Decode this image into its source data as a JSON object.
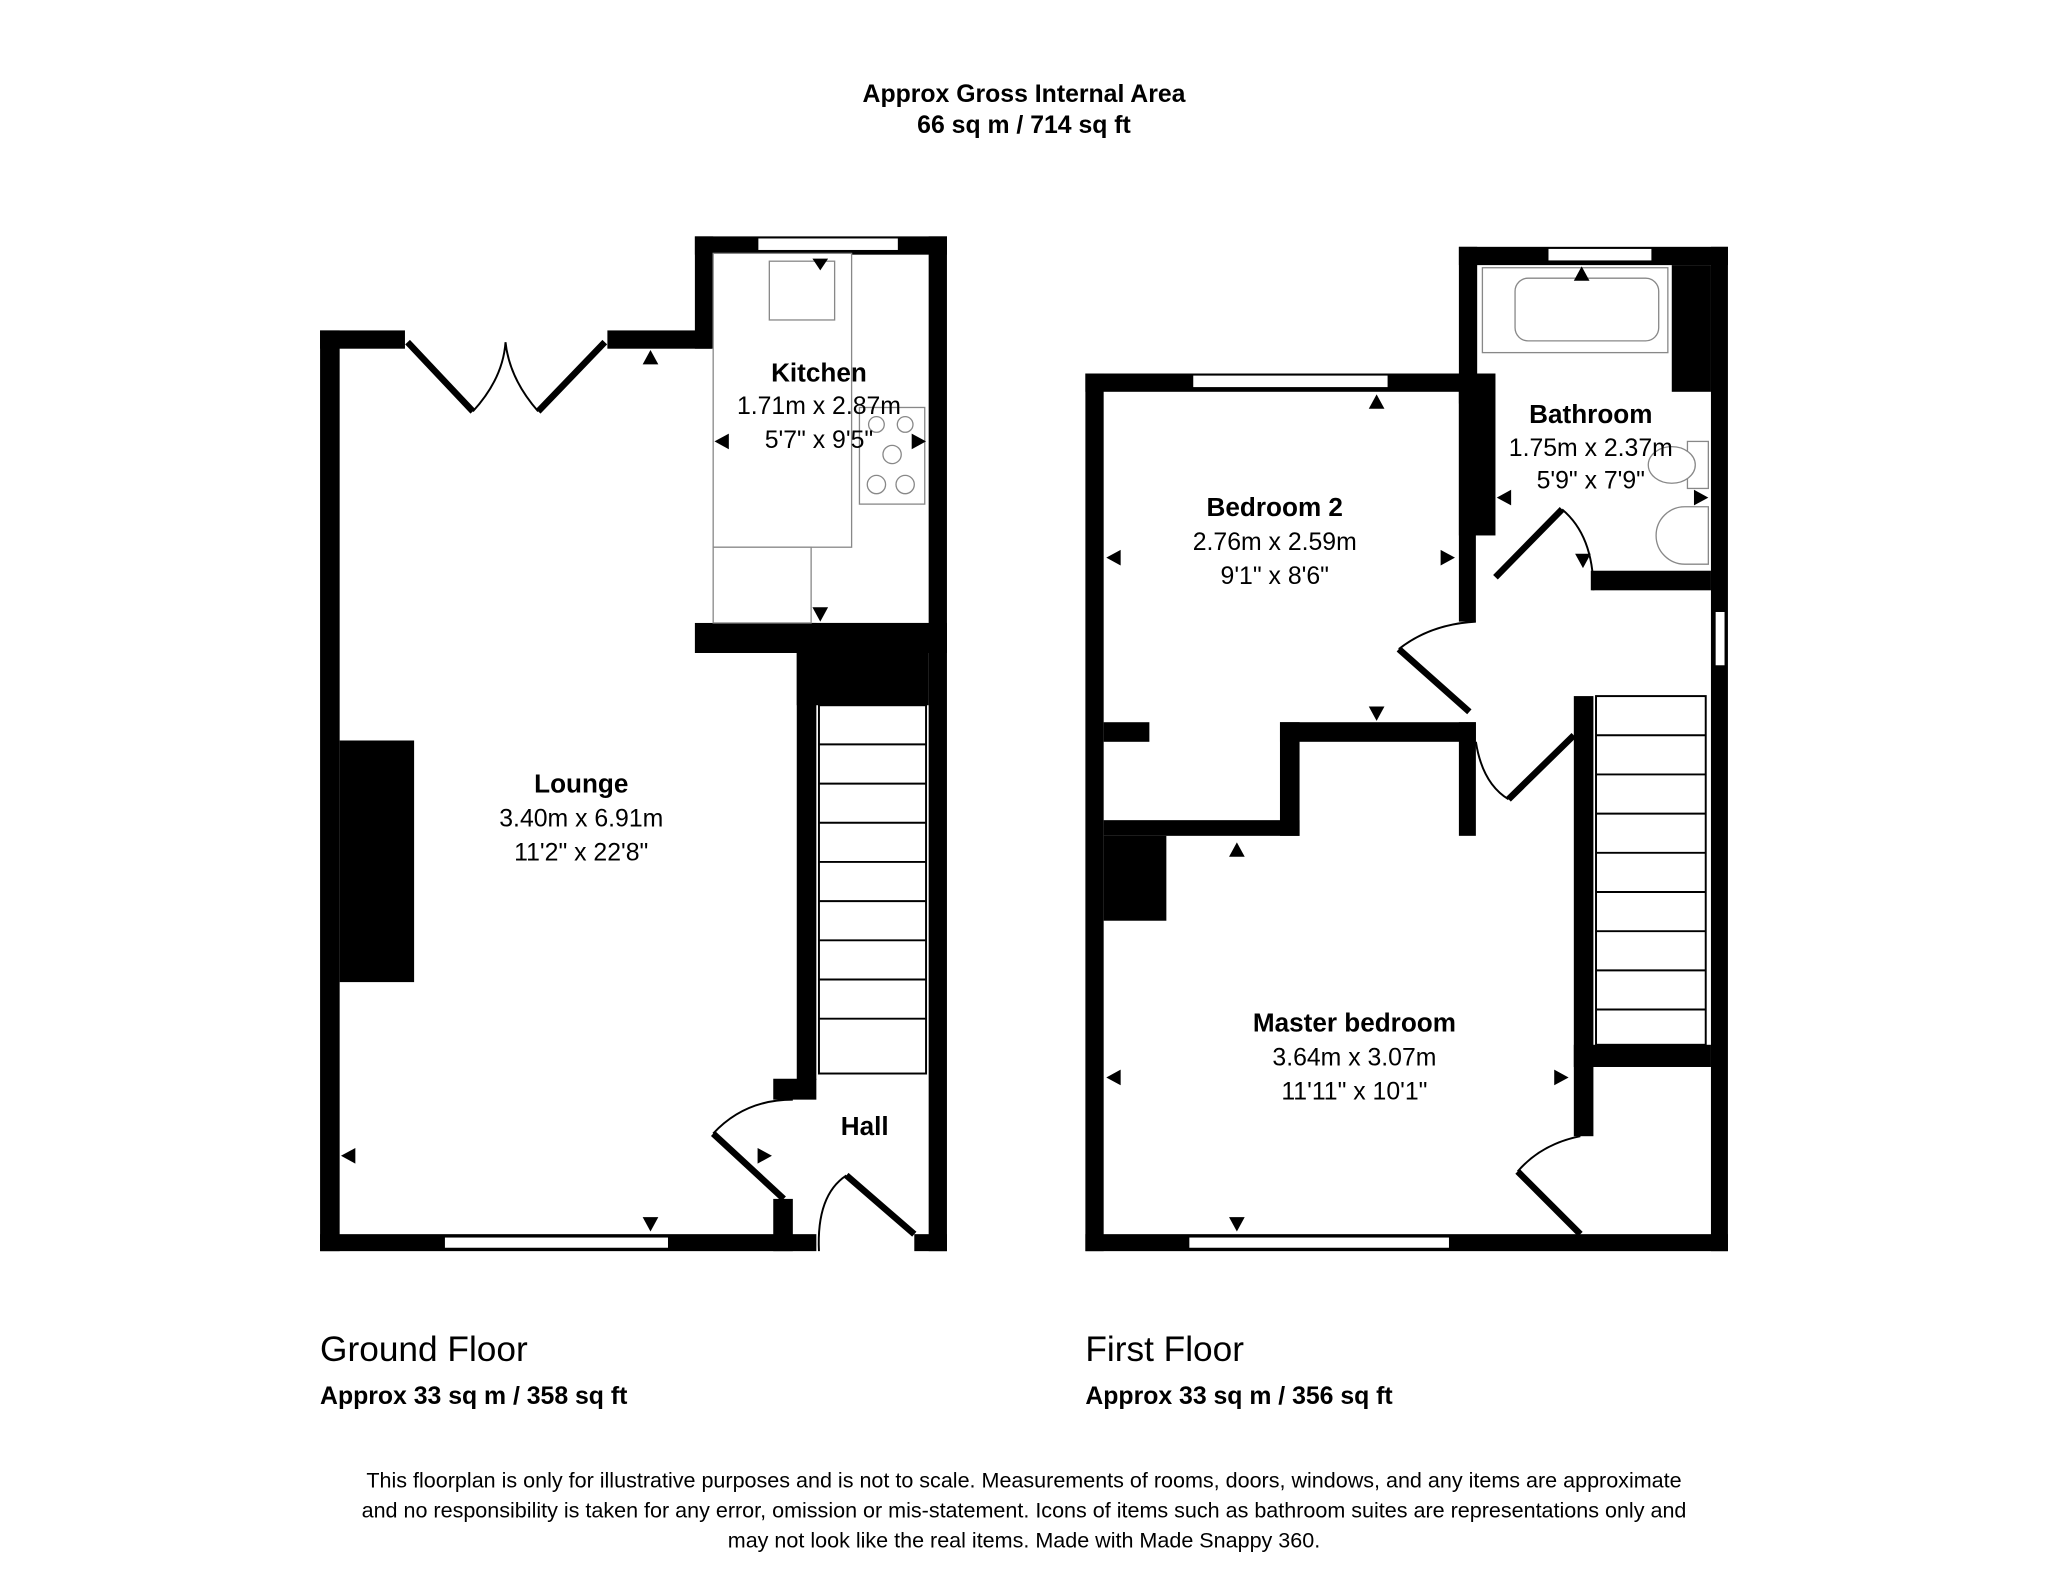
{
  "header": {
    "title": "Approx Gross Internal Area",
    "area": "66 sq m / 714 sq ft"
  },
  "floors": [
    {
      "name": "Ground Floor",
      "area": "Approx 33 sq m / 358 sq ft",
      "rooms": [
        {
          "name": "Kitchen",
          "metric": "1.71m x 2.87m",
          "imperial": "5'7\" x 9'5\""
        },
        {
          "name": "Lounge",
          "metric": "3.40m x 6.91m",
          "imperial": "11'2\" x 22'8\""
        },
        {
          "name": "Hall"
        }
      ]
    },
    {
      "name": "First Floor",
      "area": "Approx 33 sq m / 356 sq ft",
      "rooms": [
        {
          "name": "Bathroom",
          "metric": "1.75m x 2.37m",
          "imperial": "5'9\" x 7'9\""
        },
        {
          "name": "Bedroom 2",
          "metric": "2.76m x 2.59m",
          "imperial": "9'1\" x 8'6\""
        },
        {
          "name": "Master bedroom",
          "metric": "3.64m x 3.07m",
          "imperial": "11'11\" x 10'1\""
        }
      ]
    }
  ],
  "disclaimer": [
    "This floorplan is only for illustrative purposes and is not to scale. Measurements of rooms, doors, windows, and any items are approximate",
    "and no responsibility is taken for any error, omission or mis-statement. Icons of items such as bathroom suites are representations only and",
    "may not look like the real items. Made with Made Snappy 360."
  ]
}
